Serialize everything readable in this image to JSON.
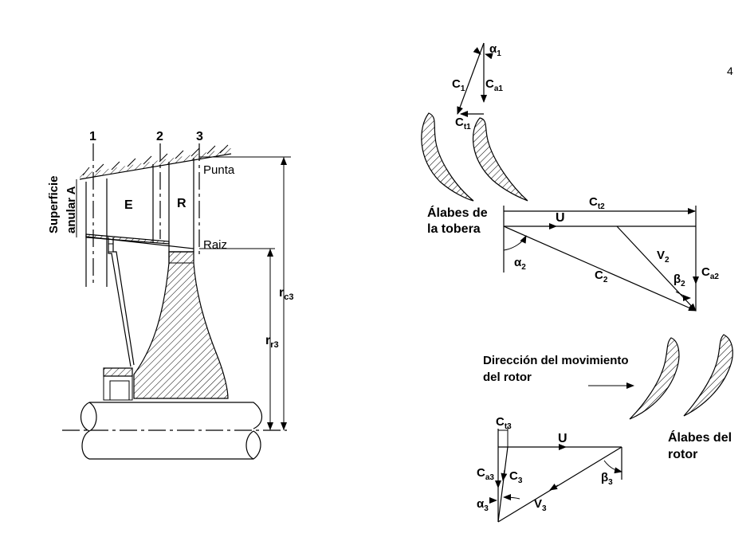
{
  "page_number": "4",
  "left_section": {
    "station_1": "1",
    "station_2": "2",
    "station_3": "3",
    "tip_label": "Punta",
    "root_label": "Raiz",
    "stator_label": "E",
    "rotor_label": "R",
    "annulus_label_line1": "Superficie",
    "annulus_label_line2": "anular A",
    "rc3_main": "r",
    "rc3_sub": "c3",
    "rr3_main": "r",
    "rr3_sub": "r3"
  },
  "nozzle_section": {
    "alpha1_main": "α",
    "alpha1_sub": "1",
    "c1_main": "C",
    "c1_sub": "1",
    "ca1_main": "C",
    "ca1_sub": "a1",
    "ct1_main": "C",
    "ct1_sub": "t1",
    "blades_label_line1": "Álabes de",
    "blades_label_line2": "la tobera"
  },
  "triangle_2": {
    "ct2_main": "C",
    "ct2_sub": "t2",
    "u_label": "U",
    "v2_main": "V",
    "v2_sub": "2",
    "c2_main": "C",
    "c2_sub": "2",
    "alpha2_main": "α",
    "alpha2_sub": "2",
    "beta2_main": "β",
    "beta2_sub": "2",
    "ca2_main": "C",
    "ca2_sub": "a2"
  },
  "rotor_section": {
    "direction_line1": "Dirección del movimiento",
    "direction_line2": "del rotor",
    "blades_label_line1": "Álabes del",
    "blades_label_line2": "rotor"
  },
  "triangle_3": {
    "ct3_main": "C",
    "ct3_sub": "t3",
    "u_label": "U",
    "ca3_main": "C",
    "ca3_sub": "a3",
    "c3_main": "C",
    "c3_sub": "3",
    "alpha3_main": "α",
    "alpha3_sub": "3",
    "v3_main": "V",
    "v3_sub": "3",
    "beta3_main": "β",
    "beta3_sub": "3"
  }
}
